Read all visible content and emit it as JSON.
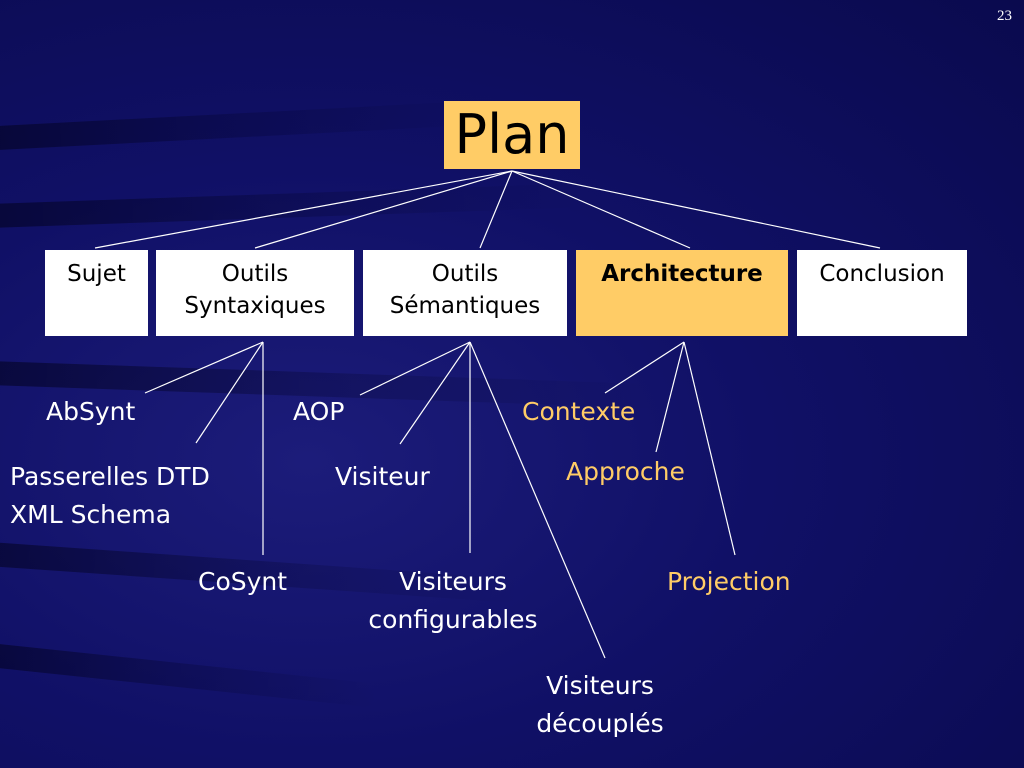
{
  "page_number": "23",
  "title": "Plan",
  "sections": [
    {
      "line1": "Sujet",
      "line2": ""
    },
    {
      "line1": "Outils",
      "line2": "Syntaxiques"
    },
    {
      "line1": "Outils",
      "line2": "Sémantiques"
    },
    {
      "line1": "Architecture",
      "line2": ""
    },
    {
      "line1": "Conclusion",
      "line2": ""
    }
  ],
  "syntax_items": {
    "absynt": "AbSynt",
    "passerelles_line1": "Passerelles DTD",
    "passerelles_line2": "XML Schema",
    "cosynt": "CoSynt"
  },
  "semantic_items": {
    "aop": "AOP",
    "visiteur": "Visiteur",
    "configurables_line1": "Visiteurs",
    "configurables_line2": "configurables",
    "decouples_line1": "Visiteurs",
    "decouples_line2": "découplés"
  },
  "architecture_items": {
    "contexte": "Contexte",
    "approche": "Approche",
    "projection": "Projection"
  },
  "colors": {
    "background": "#101066",
    "highlight": "#ffcc66",
    "text": "#ffffff"
  }
}
